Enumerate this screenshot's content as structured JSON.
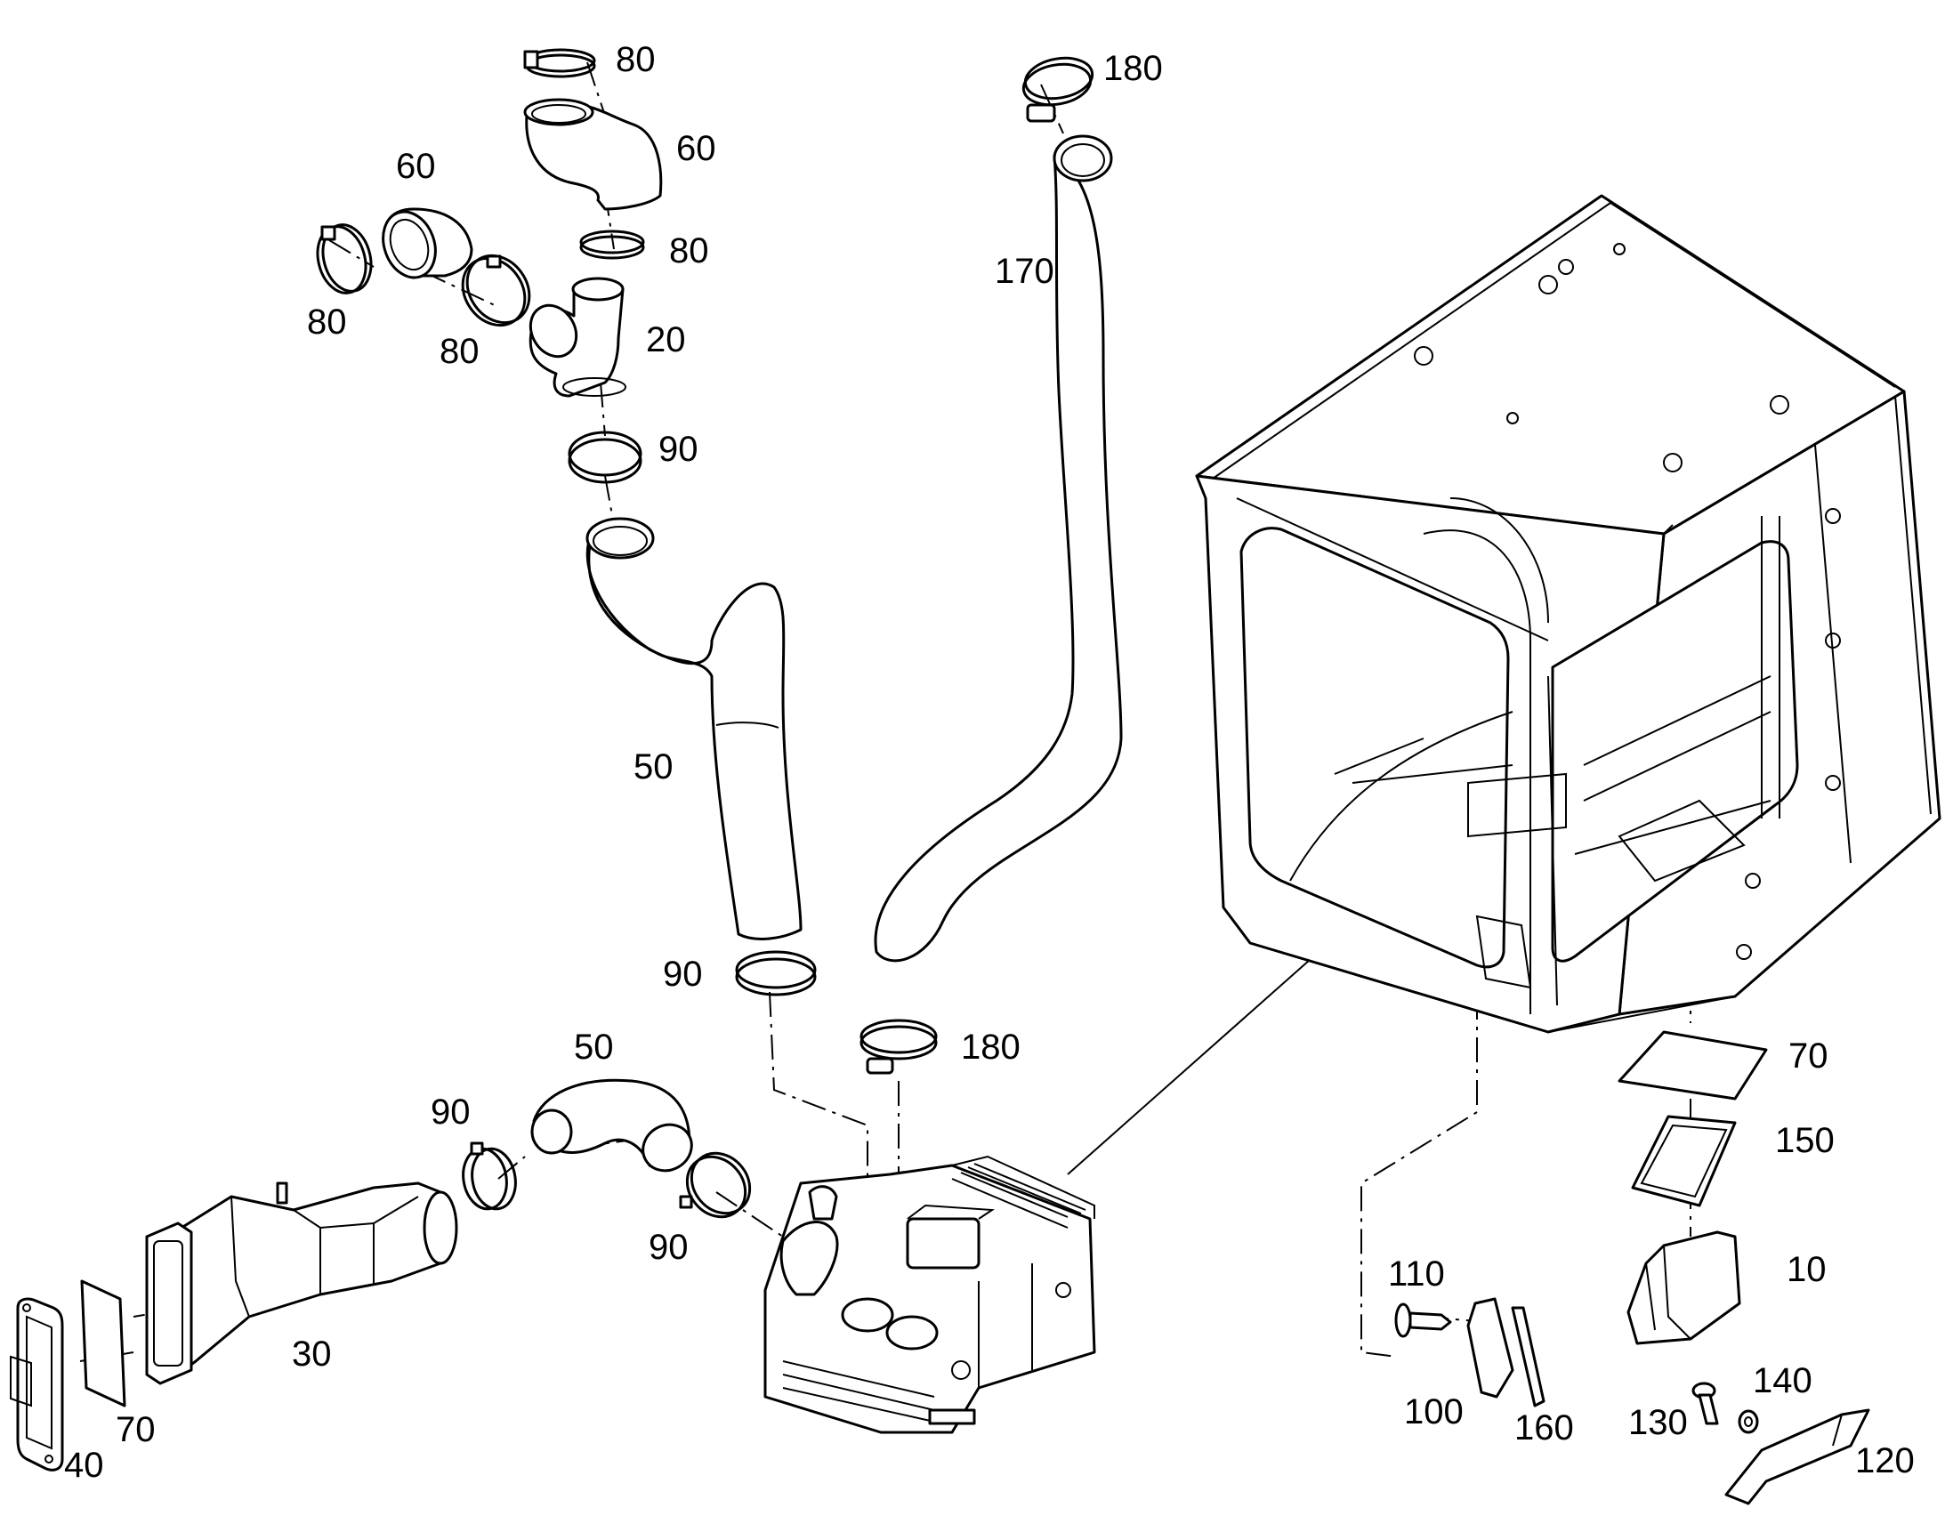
{
  "callouts": {
    "c80a": "80",
    "c60a": "60",
    "c60b": "60",
    "c80b": "80",
    "c80c": "80",
    "c80d": "80",
    "c20": "20",
    "c90a": "90",
    "c50a": "50",
    "c90b": "90",
    "c180a": "180",
    "c170": "170",
    "c180b": "180",
    "c50b": "50",
    "c90c": "90",
    "c90d": "90",
    "c30": "30",
    "c40": "40",
    "c70a": "70",
    "c70b": "70",
    "c150": "150",
    "c10": "10",
    "c110": "110",
    "c100": "100",
    "c160": "160",
    "c130": "130",
    "c140": "140",
    "c120": "120"
  }
}
